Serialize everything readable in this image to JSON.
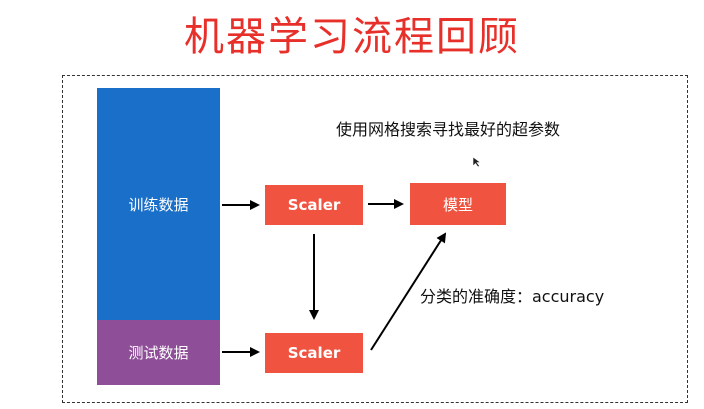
{
  "title": "机器学习流程回顾",
  "blocks": {
    "train_label": "训练数据",
    "test_label": "测试数据"
  },
  "nodes": {
    "scaler_top": "Scaler",
    "scaler_bottom": "Scaler",
    "model": "模型"
  },
  "annotations": {
    "grid_search": "使用网格搜索寻找最好的超参数",
    "metric": "分类的准确度：accuracy"
  },
  "colors": {
    "title": "#e8302b",
    "train": "#1a6fc9",
    "test": "#8e4f98",
    "box": "#f05441"
  }
}
